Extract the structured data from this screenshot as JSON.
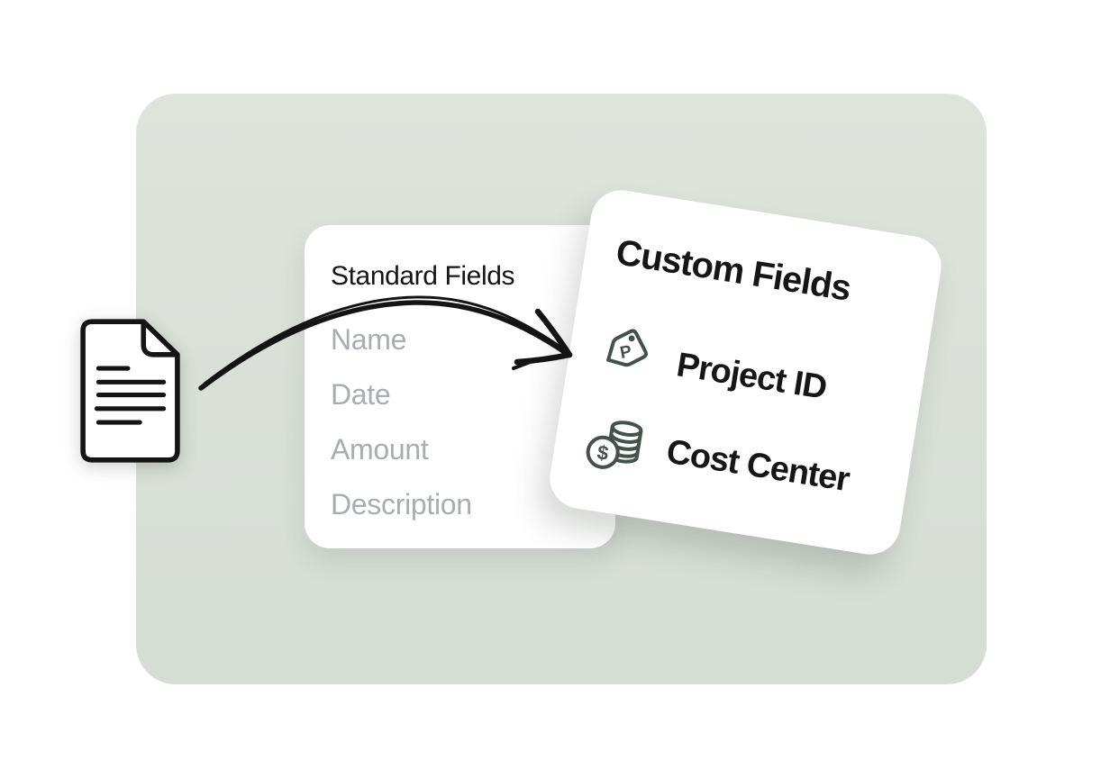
{
  "illustration": {
    "standard_card": {
      "title": "Standard Fields",
      "items": [
        "Name",
        "Date",
        "Amount",
        "Description"
      ]
    },
    "custom_card": {
      "title": "Custom Fields",
      "items": [
        {
          "icon": "tag-icon",
          "badge": "P",
          "label": "Project ID"
        },
        {
          "icon": "coins-icon",
          "symbol": "$",
          "label": "Cost Center"
        }
      ]
    },
    "icons": [
      "document-icon",
      "arrow-icon",
      "tag-icon",
      "coins-icon"
    ]
  },
  "colors": {
    "canvas_bg_top": "#dee3dc",
    "canvas_bg_bottom": "#d6ddd5",
    "card_bg": "#ffffff",
    "text_dark": "#161616",
    "text_gray": "#a8adb1",
    "accent_green": "#43524a",
    "ink": "#141414"
  }
}
